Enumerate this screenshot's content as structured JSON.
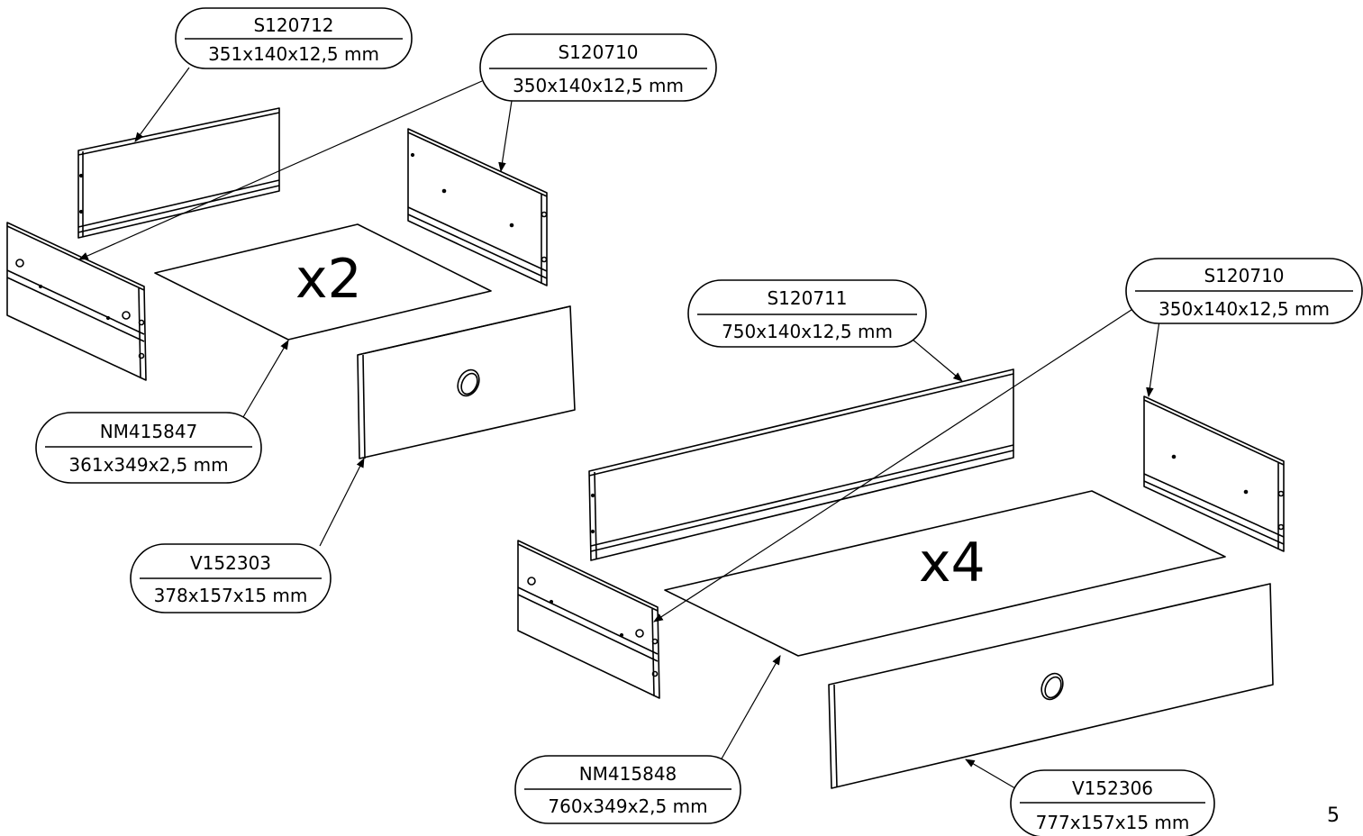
{
  "page_number": "5",
  "quantities": {
    "small_drawer": "x2",
    "large_drawer": "x4"
  },
  "callouts": [
    {
      "id": "s120712",
      "code": "S120712",
      "dims": "351x140x12,5 mm"
    },
    {
      "id": "s120710a",
      "code": "S120710",
      "dims": "350x140x12,5 mm"
    },
    {
      "id": "nm415847",
      "code": "NM415847",
      "dims": "361x349x2,5 mm"
    },
    {
      "id": "v152303",
      "code": "V152303",
      "dims": "378x157x15 mm"
    },
    {
      "id": "s120711",
      "code": "S120711",
      "dims": "750x140x12,5 mm"
    },
    {
      "id": "s120710b",
      "code": "S120710",
      "dims": "350x140x12,5 mm"
    },
    {
      "id": "nm415848",
      "code": "NM415848",
      "dims": "760x349x2,5 mm"
    },
    {
      "id": "v152306",
      "code": "V152306",
      "dims": "777x157x15 mm"
    }
  ]
}
